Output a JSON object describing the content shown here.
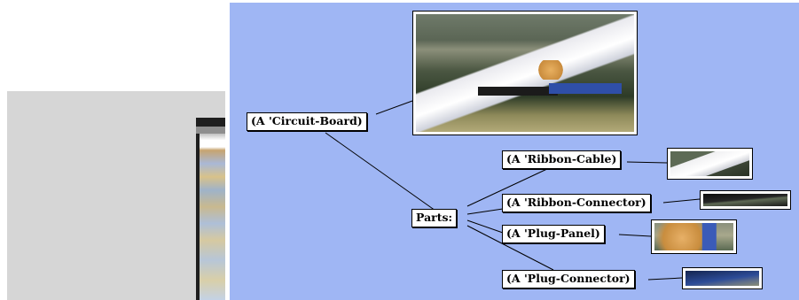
{
  "diagram": {
    "root": {
      "label": "(A 'Circuit-Board)",
      "photo_icon": "circuit-board-photo"
    },
    "parts_label": "Parts:",
    "parts": [
      {
        "label": "(A 'Ribbon-Cable)",
        "photo_icon": "ribbon-cable-photo"
      },
      {
        "label": "(A 'Ribbon-Connector)",
        "photo_icon": "ribbon-connector-photo"
      },
      {
        "label": "(A 'Plug-Panel)",
        "photo_icon": "plug-panel-photo"
      },
      {
        "label": "(A 'Plug-Connector)",
        "photo_icon": "plug-connector-photo"
      }
    ]
  },
  "colors": {
    "panel_background": "#9fb6f4",
    "node_background": "#ffffff",
    "link_color": "#000000",
    "left_thumbnail_background": "#d6d6d6"
  }
}
